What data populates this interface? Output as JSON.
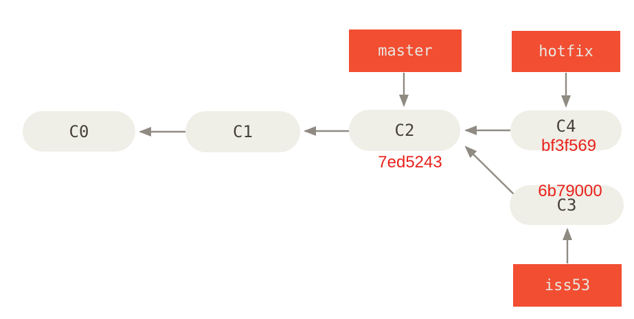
{
  "page": {
    "title": "Git commit history diagram"
  },
  "colors": {
    "commit_node_fill": "#f0efe7",
    "commit_node_text": "#454139",
    "branch_label_fill": "#f14e32",
    "branch_label_text": "#e9e6e0",
    "arrow": "#8f8a82",
    "annotation_text": "#e9211c"
  },
  "commits": [
    {
      "id": "C0",
      "label": "C0",
      "parents": []
    },
    {
      "id": "C1",
      "label": "C1",
      "parents": [
        "C0"
      ]
    },
    {
      "id": "C2",
      "label": "C2",
      "parents": [
        "C1"
      ],
      "annotation": "7ed5243"
    },
    {
      "id": "C4",
      "label": "C4",
      "parents": [
        "C2"
      ],
      "annotation": "bf3f569"
    },
    {
      "id": "C3",
      "label": "C3",
      "parents": [
        "C2"
      ],
      "annotation": "6b79000"
    }
  ],
  "branch_labels": [
    {
      "label": "master",
      "points_to": "C2"
    },
    {
      "label": "hotfix",
      "points_to": "C4"
    },
    {
      "label": "iss53",
      "points_to": "C3"
    }
  ],
  "edges": [
    {
      "from": "C1",
      "to": "C0"
    },
    {
      "from": "C2",
      "to": "C1"
    },
    {
      "from": "C4",
      "to": "C2"
    },
    {
      "from": "C3",
      "to": "C2"
    },
    {
      "from": "master",
      "to": "C2"
    },
    {
      "from": "hotfix",
      "to": "C4"
    },
    {
      "from": "iss53",
      "to": "C3"
    }
  ]
}
